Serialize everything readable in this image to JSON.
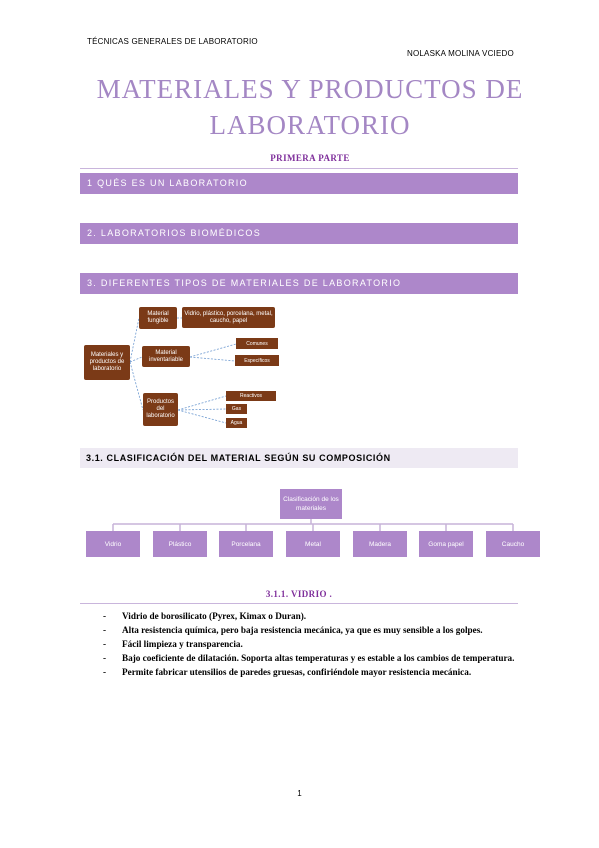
{
  "header": {
    "left": "TÉCNICAS GENERALES DE LABORATORIO",
    "right": "NOLASKA MOLINA VCIEDO"
  },
  "title": {
    "line1": "MATERIALES Y PRODUCTOS DE",
    "line2": "LABORATORIO"
  },
  "subtitle": "PRIMERA PARTE",
  "sections": {
    "s1": "1 QUÉS ES UN LABORATORIO",
    "s2": "2. LABORATORIOS BIOMÉDICOS",
    "s3": "3. DIFERENTES TIPOS DE MATERIALES DE LABORATORIO",
    "s31": "3.1. CLASIFICACIÓN DEL MATERIAL SEGÚN SU COMPOSICIÓN"
  },
  "mindmap": {
    "root": "Materiales y productos de laboratorio",
    "fungible": "Material fungible",
    "fungible_desc": "Vidrio, plástico, porcelana, metal, caucho, papel",
    "inventariable": "Material inventariable",
    "comunes": "Comunes",
    "especificos": "Específicos",
    "productos": "Productos del laboratorio",
    "reactivos": "Reactivos",
    "gas": "Gas",
    "agua": "Agua"
  },
  "tree": {
    "root": "Clasificación de los materiales",
    "leaves": [
      "Vidrio",
      "Plástico",
      "Porcelana",
      "Metal",
      "Madera",
      "Goma papel",
      "Caucho"
    ]
  },
  "vidrio": {
    "title": "3.1.1. VIDRIO .",
    "bullets": [
      "Vidrio de borosilicato (Pyrex, Kimax o Duran).",
      "Alta resistencia química, pero baja resistencia mecánica, ya que es muy sensible a los golpes.",
      "Fácil limpieza y transparencia.",
      "Bajo coeficiente de dilatación. Soporta altas temperaturas y es estable a los cambios de temperatura.",
      "Permite fabricar utensilios de paredes gruesas, confiriéndole mayor resistencia mecánica."
    ]
  },
  "page_number": "1",
  "colors": {
    "accent_purple": "#ad87ca",
    "title_purple": "#a487c4",
    "heading_purple": "#7f2f9b",
    "mindmap_brown": "#7b3a17",
    "light_band": "#eeeaf3"
  }
}
